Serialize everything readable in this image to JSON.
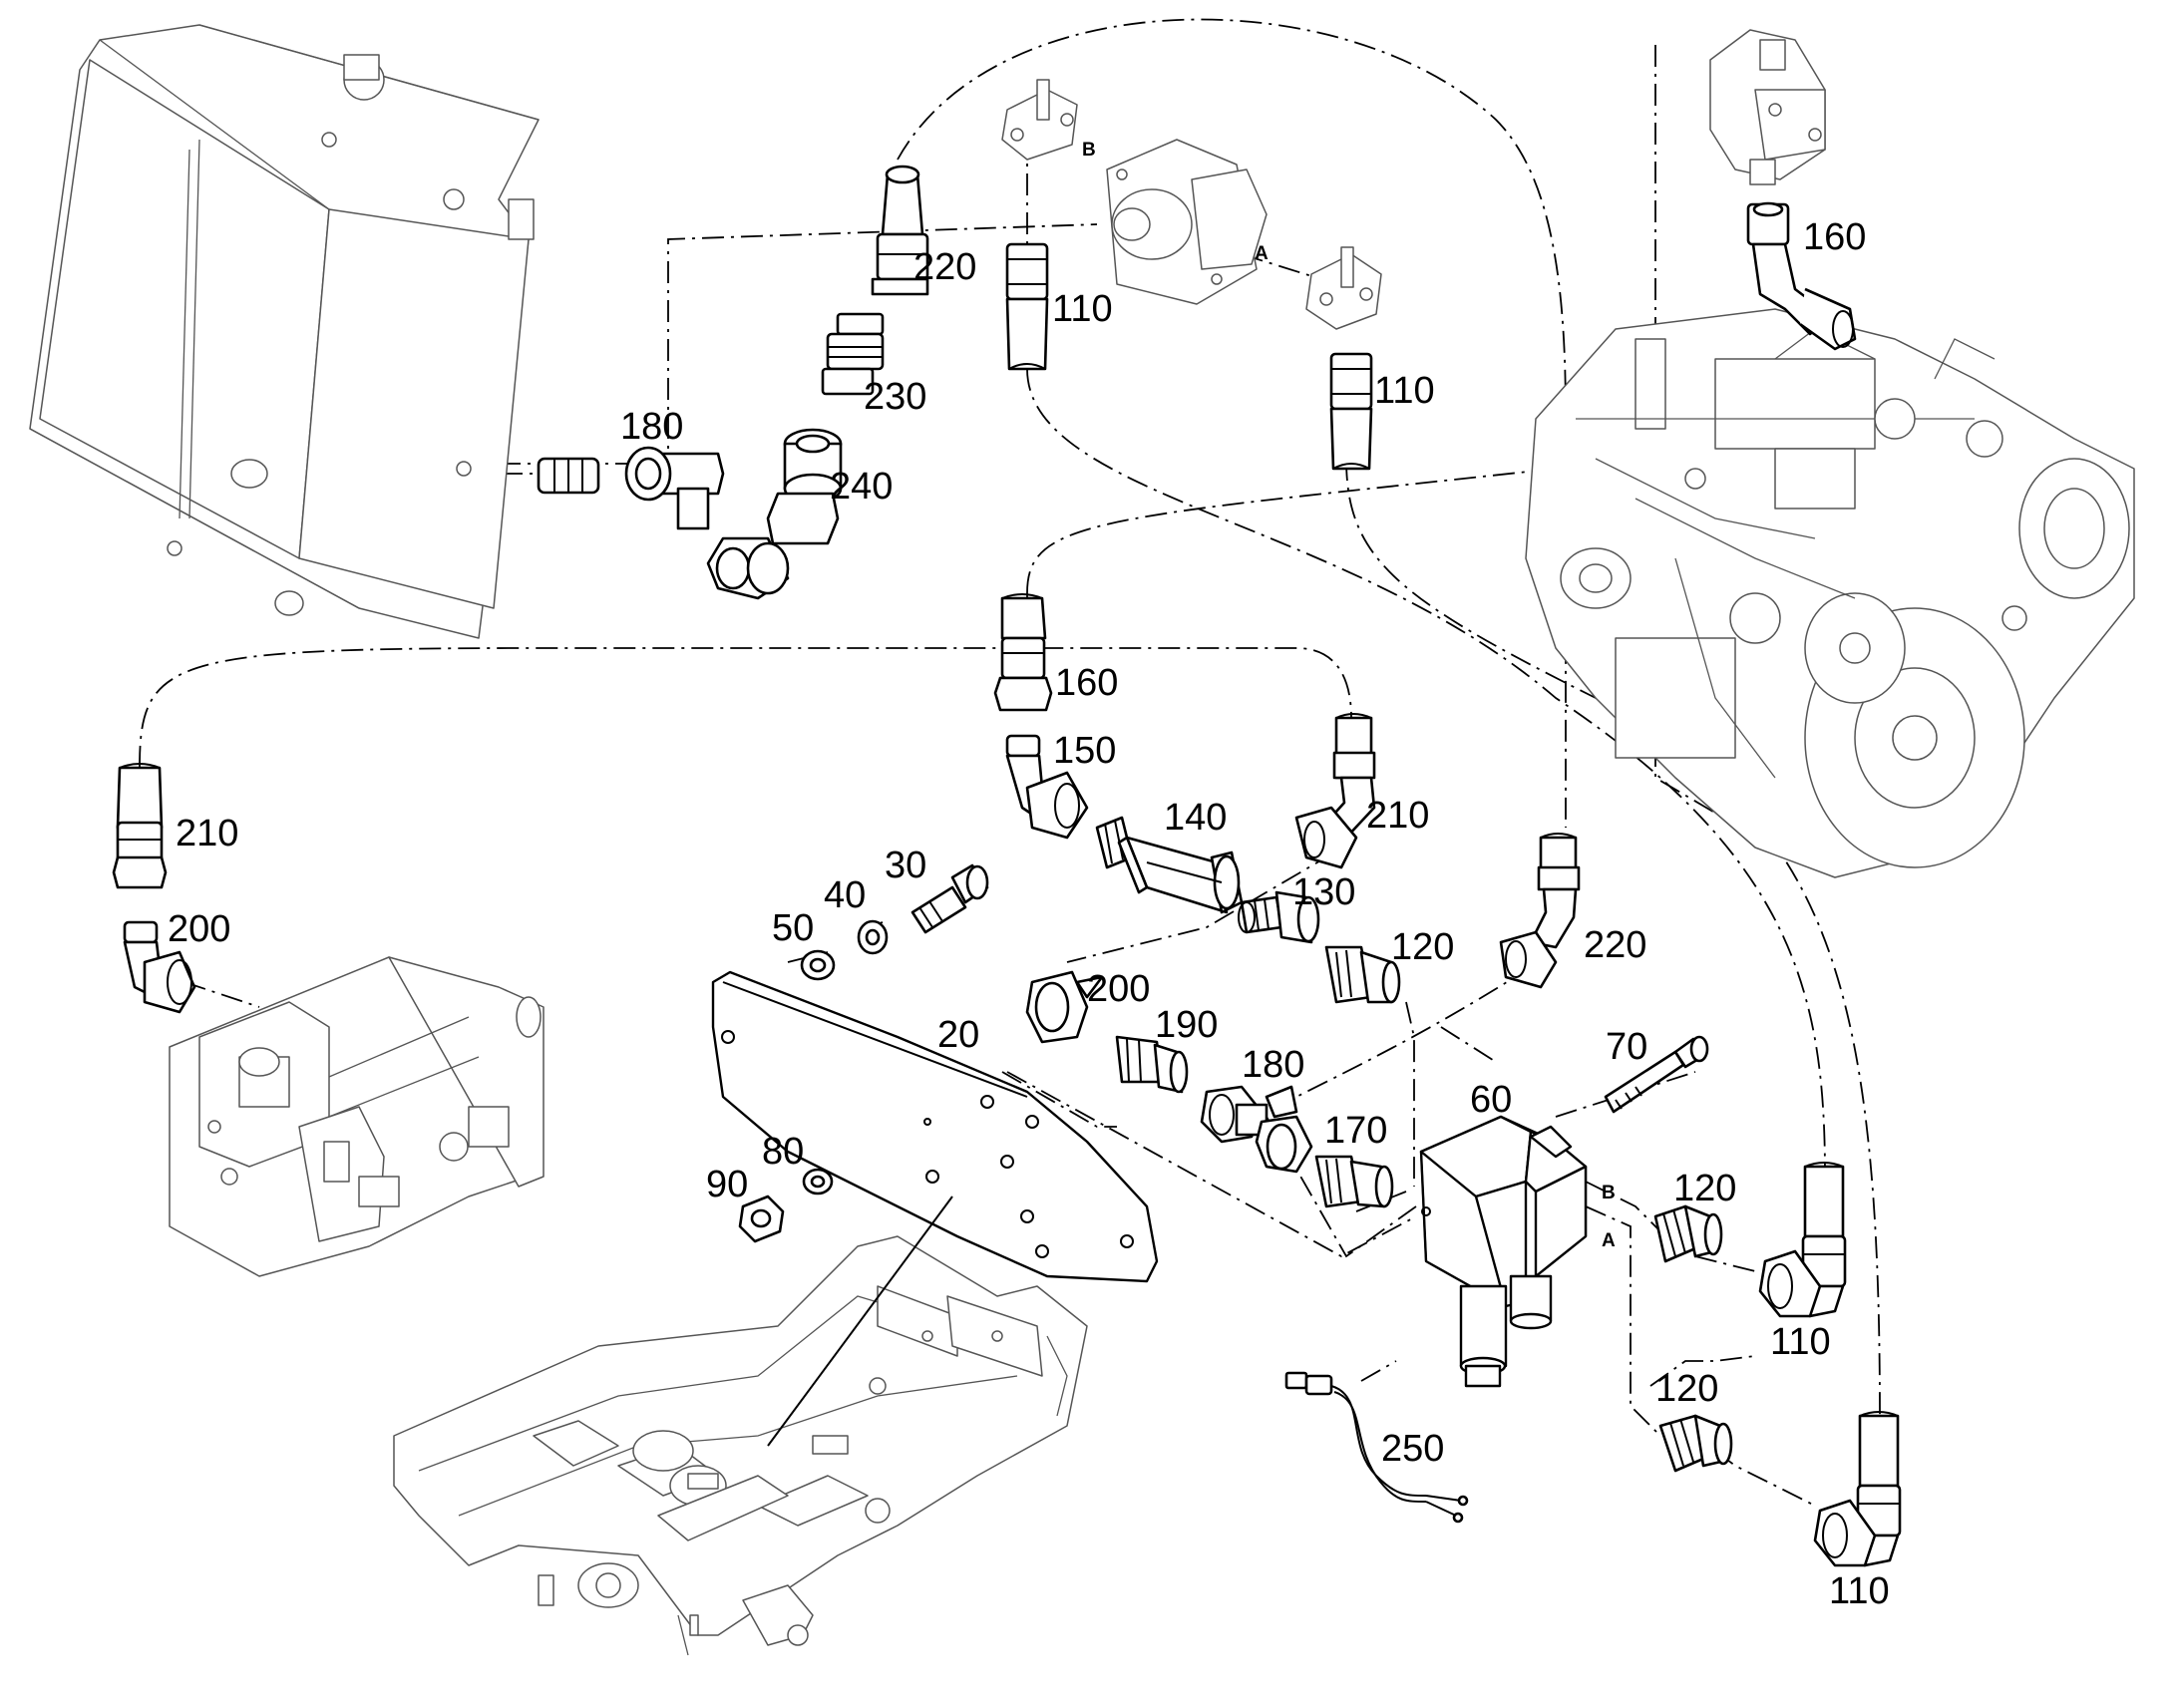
{
  "diagram": {
    "callouts": {
      "c20": "20",
      "c30": "30",
      "c40": "40",
      "c50": "50",
      "c60": "60",
      "c70": "70",
      "c80": "80",
      "c90": "90",
      "c110a": "110",
      "c110b": "110",
      "c110c": "110",
      "c110d": "110",
      "c120a": "120",
      "c120b": "120",
      "c120c": "120",
      "c130": "130",
      "c140": "140",
      "c150": "150",
      "c160a": "160",
      "c160b": "160",
      "c170": "170",
      "c180a": "180",
      "c180b": "180",
      "c190": "190",
      "c200a": "200",
      "c200b": "200",
      "c210a": "210",
      "c210b": "210",
      "c220a": "220",
      "c220b": "220",
      "c230": "230",
      "c240": "240",
      "c250": "250"
    },
    "ports": {
      "pump_b": "B",
      "pump_a": "A",
      "valve_b": "B",
      "valve_a": "A"
    }
  }
}
